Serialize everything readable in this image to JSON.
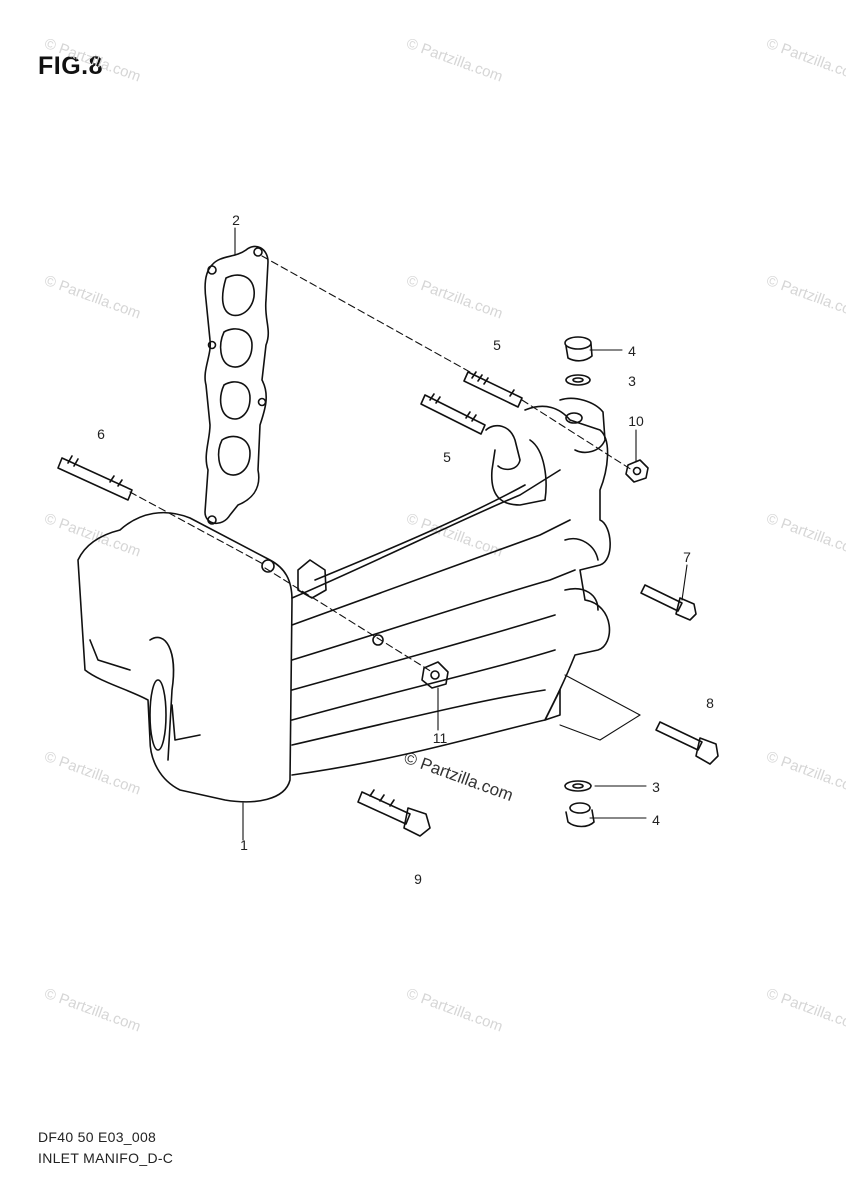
{
  "figure": {
    "title": "FIG.8",
    "code": "DF40 50 E03_008",
    "name": "INLET MANIFO_D-C"
  },
  "watermark": {
    "text": "© Partzilla.com",
    "color": "#d6d6d6"
  },
  "callouts": [
    {
      "id": "c1",
      "label": "1"
    },
    {
      "id": "c2",
      "label": "2"
    },
    {
      "id": "c3a",
      "label": "3"
    },
    {
      "id": "c3b",
      "label": "3"
    },
    {
      "id": "c4a",
      "label": "4"
    },
    {
      "id": "c4b",
      "label": "4"
    },
    {
      "id": "c5a",
      "label": "5"
    },
    {
      "id": "c5b",
      "label": "5"
    },
    {
      "id": "c6",
      "label": "6"
    },
    {
      "id": "c7",
      "label": "7"
    },
    {
      "id": "c8",
      "label": "8"
    },
    {
      "id": "c9",
      "label": "9"
    },
    {
      "id": "c10",
      "label": "10"
    },
    {
      "id": "c11",
      "label": "11"
    }
  ]
}
